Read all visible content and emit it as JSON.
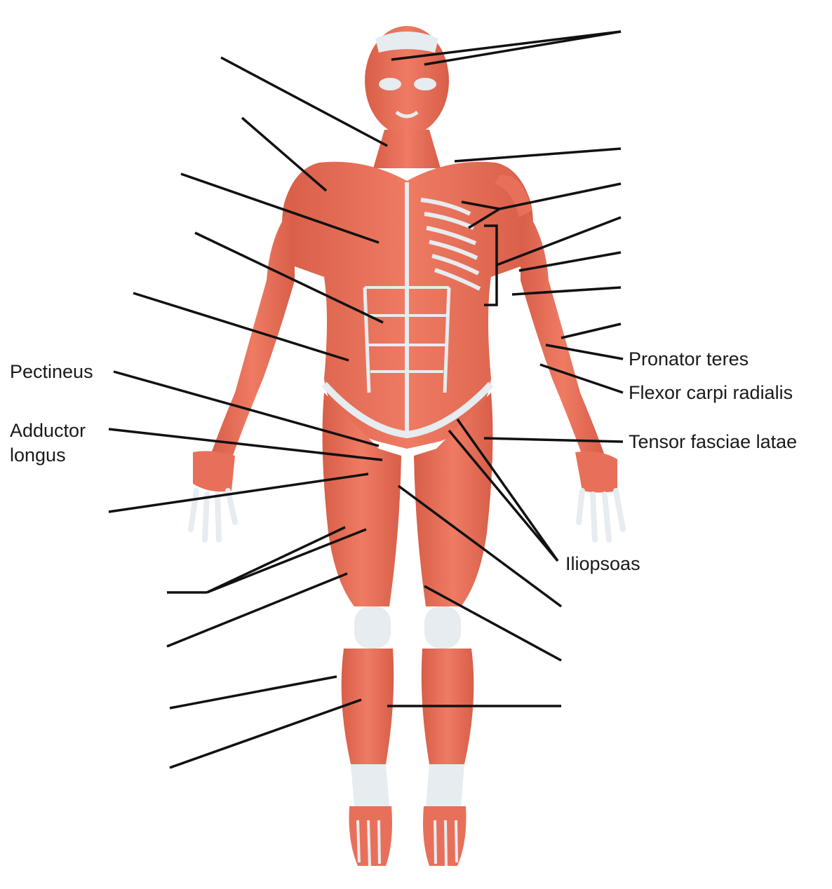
{
  "labels": {
    "pronator_teres": "Pronator teres",
    "flexor_carpi_radialis": "Flexor carpi radialis",
    "tensor_fasciae_latae": "Tensor fasciae latae",
    "iliopsoas": "Iliopsoas",
    "pectineus": "Pectineus",
    "adductor_longus_line1": "Adductor",
    "adductor_longus_line2": "longus"
  },
  "colors": {
    "muscle": "#e8705a",
    "muscle_dark": "#c9503c",
    "tendon": "#e6ecef",
    "leader": "#111111"
  }
}
